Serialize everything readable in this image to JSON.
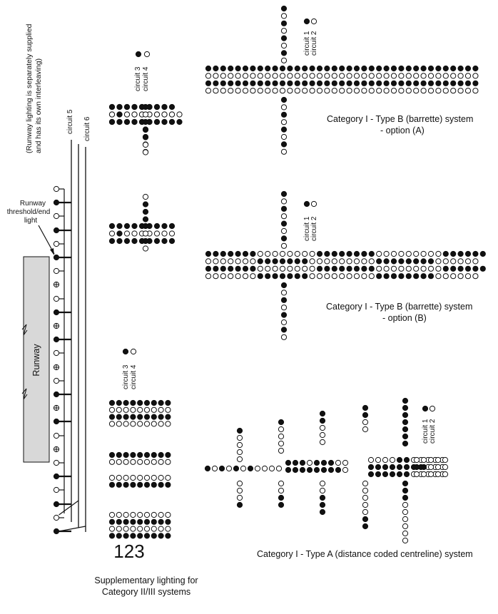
{
  "notes": {
    "runway_lighting_line1": "(Runway lighting is separately supplied",
    "runway_lighting_line2": "and has its own interleaving)"
  },
  "runway": {
    "label": "Runway",
    "threshold_label_line1": "Runway",
    "threshold_label_line2": "threshold/end",
    "threshold_label_line3": "light"
  },
  "circuits": {
    "c1": "circuit 1",
    "c2": "circuit 2",
    "c3": "circuit 3",
    "c4": "circuit 4",
    "c5": "circuit 5",
    "c6": "circuit 6"
  },
  "captions": {
    "cat1_b_a_line1": "Category I - Type B (barrette) system",
    "cat1_b_a_line2": "- option (A)",
    "cat1_b_b_line1": "Category I - Type B (barrette) system",
    "cat1_b_b_line2": "- option (B)",
    "cat1_a": "Category I - Type A (distance coded centreline) system",
    "supp_line1": "Supplementary lighting for",
    "supp_line2": "Category II/III systems",
    "number": "123"
  },
  "colors": {
    "filled": "#111111",
    "open": "#ffffff",
    "runway": "#d8d8d8"
  }
}
